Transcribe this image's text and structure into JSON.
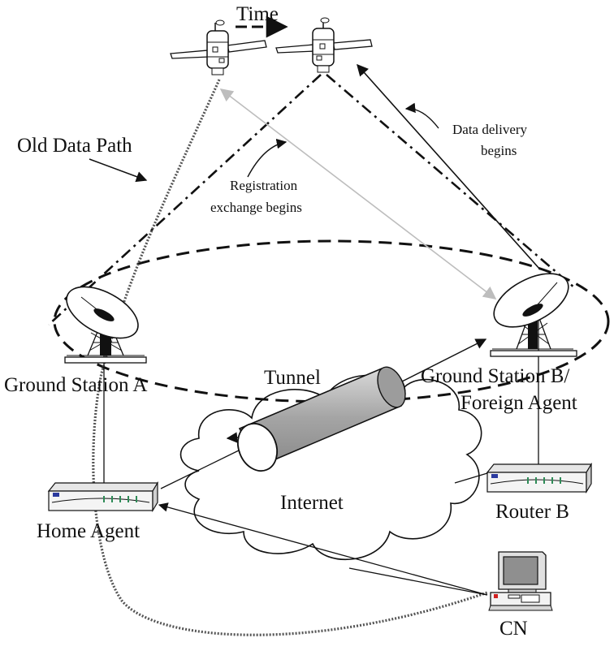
{
  "labels": {
    "time": "Time",
    "old_data_path": "Old Data Path",
    "data_delivery_line1": "Data delivery",
    "data_delivery_line2": "begins",
    "registration_line1": "Registration",
    "registration_line2": "exchange begins",
    "ground_station_a": "Ground Station A",
    "tunnel": "Tunnel",
    "ground_station_b_line1": "Ground Station B/",
    "ground_station_b_line2": "Foreign Agent",
    "internet": "Internet",
    "home_agent": "Home Agent",
    "router_b": "Router B",
    "cn": "CN"
  },
  "icons": {
    "satellite": "satellite-icon",
    "dish": "satellite-dish-icon",
    "router": "router-icon",
    "computer": "desktop-computer-icon",
    "cloud": "cloud-icon"
  }
}
